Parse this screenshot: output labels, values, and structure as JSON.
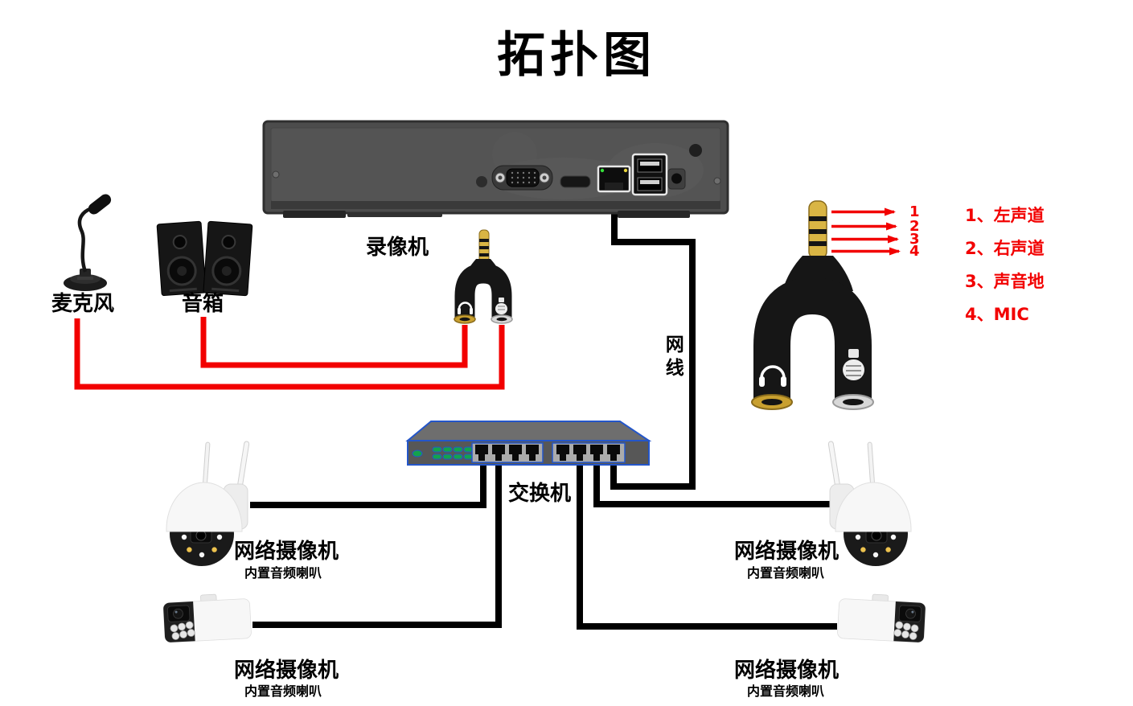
{
  "title": "拓扑图",
  "nvr": {
    "label": "录像机"
  },
  "microphone": {
    "label": "麦克风"
  },
  "speakers": {
    "label": "音箱"
  },
  "network_cable": {
    "label": "网线"
  },
  "switch": {
    "label": "交换机"
  },
  "cameras": [
    {
      "label": "网络摄像机",
      "sublabel": "内置音频喇叭"
    },
    {
      "label": "网络摄像机",
      "sublabel": "内置音频喇叭"
    },
    {
      "label": "网络摄像机",
      "sublabel": "内置音频喇叭"
    },
    {
      "label": "网络摄像机",
      "sublabel": "内置音频喇叭"
    }
  ],
  "plug_pinout": {
    "numbers": [
      "1",
      "2",
      "3",
      "4"
    ],
    "legend": [
      "1、左声道",
      "2、右声道",
      "3、声音地",
      "4、MIC"
    ]
  },
  "colors": {
    "red": "#f20000",
    "switch_blue": "#2456c9",
    "led_green": "#13a24c",
    "gold": "#d9b544",
    "cable_black": "#000000"
  }
}
